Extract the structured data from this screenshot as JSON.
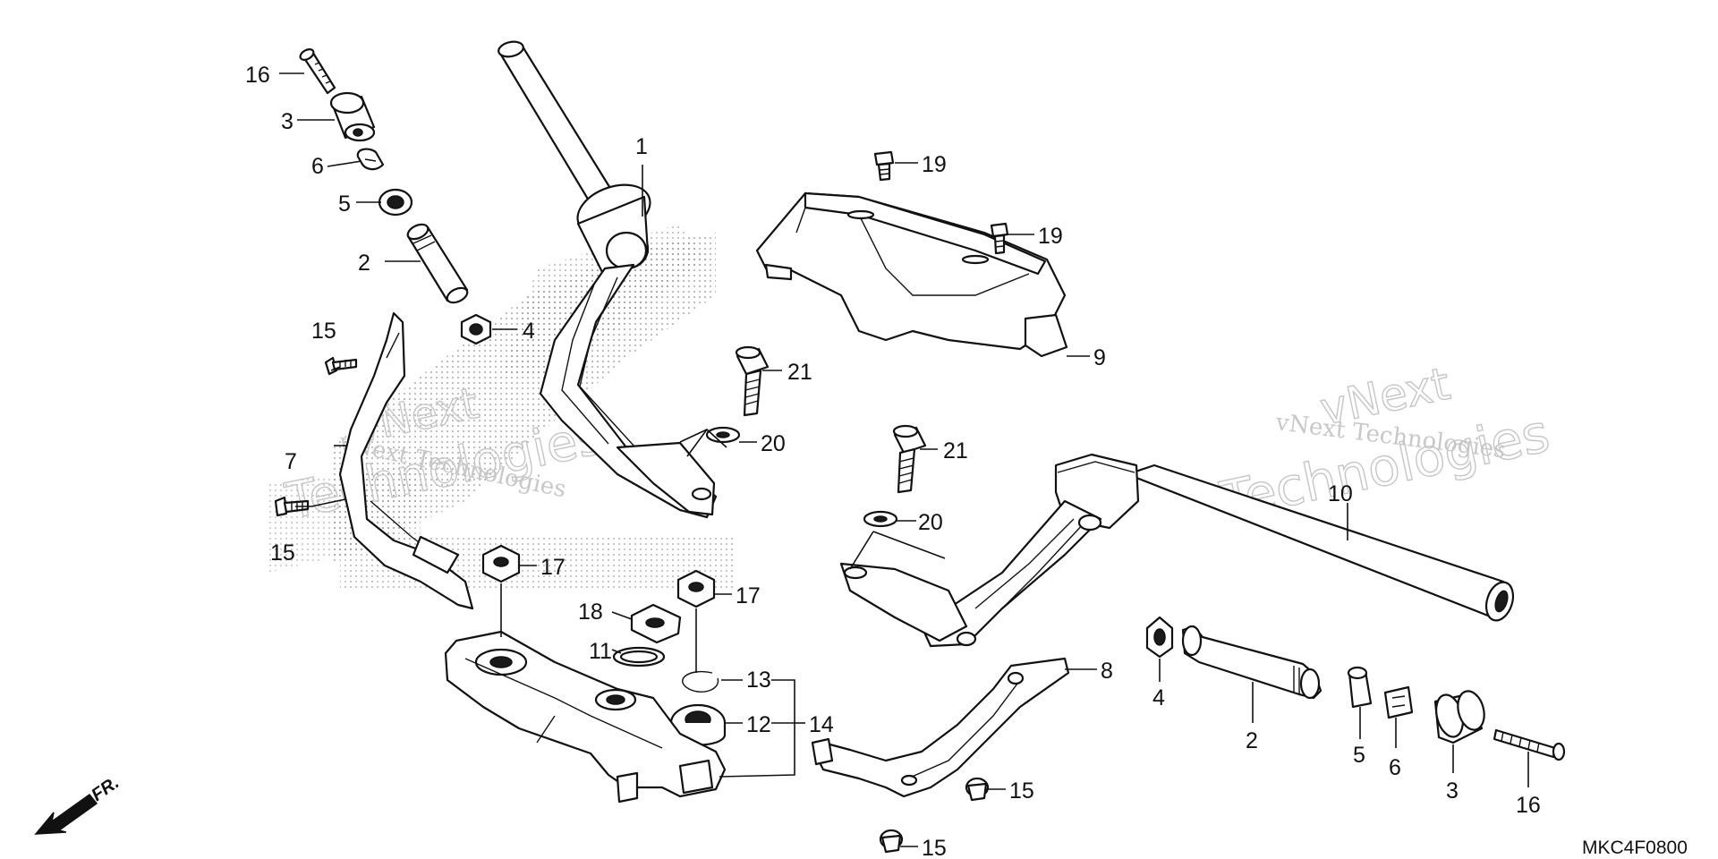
{
  "diagram": {
    "diagram_code": "MKC4F0800",
    "direction_label": "FR.",
    "watermark": {
      "line1": "vNext Technologies",
      "line2a": "vNext",
      "line2b": "Technologies"
    },
    "callouts": {
      "c1": "1",
      "c2a": "2",
      "c2b": "2",
      "c3a": "3",
      "c3b": "3",
      "c4a": "4",
      "c4b": "4",
      "c5a": "5",
      "c5b": "5",
      "c6a": "6",
      "c6b": "6",
      "c7": "7",
      "c8": "8",
      "c9": "9",
      "c10": "10",
      "c11": "11",
      "c12": "12",
      "c13": "13",
      "c14": "14",
      "c15a": "15",
      "c15b": "15",
      "c15c": "15",
      "c15d": "15",
      "c16a": "16",
      "c16b": "16",
      "c17a": "17",
      "c17b": "17",
      "c18": "18",
      "c19a": "19",
      "c19b": "19",
      "c20a": "20",
      "c20b": "20",
      "c21a": "21",
      "c21b": "21"
    }
  }
}
